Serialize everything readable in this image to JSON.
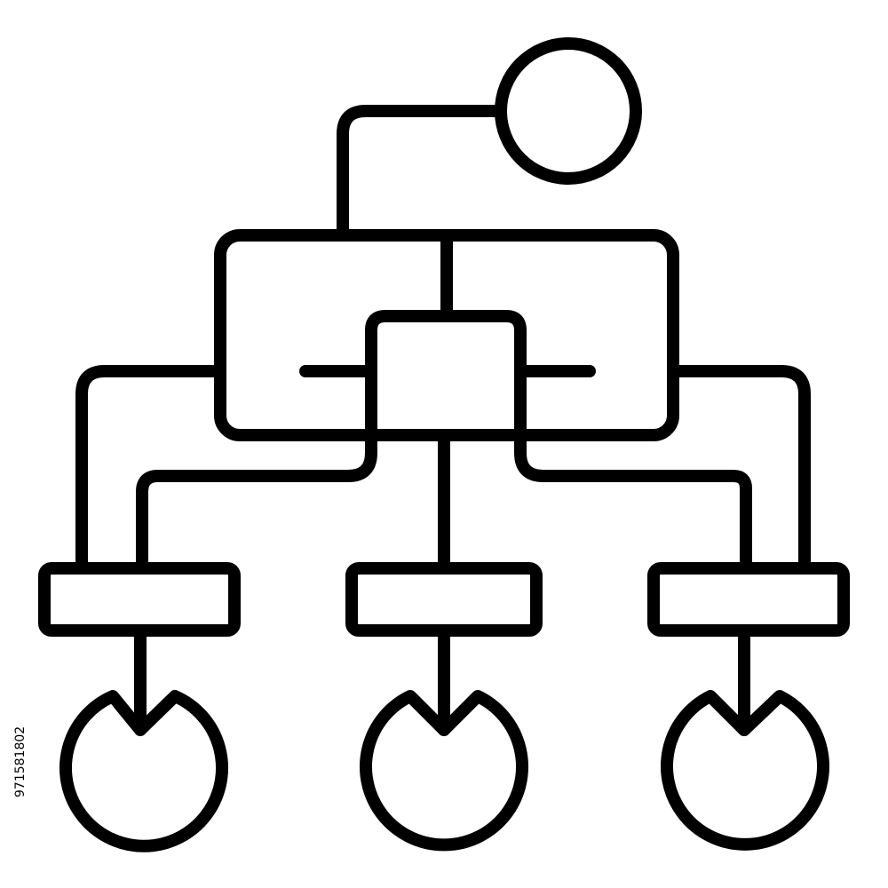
{
  "diagram": {
    "stroke_color": "#000000",
    "background_color": "#ffffff",
    "nodes": [
      {
        "id": "root",
        "shape": "circle"
      },
      {
        "id": "hub",
        "shape": "rectangle"
      },
      {
        "id": "inner",
        "shape": "rectangle"
      },
      {
        "id": "branch-left",
        "shape": "rectangle"
      },
      {
        "id": "branch-center",
        "shape": "rectangle"
      },
      {
        "id": "branch-right",
        "shape": "rectangle"
      },
      {
        "id": "leaf-left",
        "shape": "notched-circle"
      },
      {
        "id": "leaf-center",
        "shape": "notched-circle"
      },
      {
        "id": "leaf-right",
        "shape": "notched-circle"
      }
    ],
    "edges": [
      {
        "from": "root",
        "to": "hub"
      },
      {
        "from": "hub",
        "to": "inner"
      },
      {
        "from": "hub",
        "to": "branch-left"
      },
      {
        "from": "hub",
        "to": "branch-right"
      },
      {
        "from": "inner",
        "to": "branch-left"
      },
      {
        "from": "inner",
        "to": "branch-center"
      },
      {
        "from": "inner",
        "to": "branch-right"
      },
      {
        "from": "branch-left",
        "to": "leaf-left"
      },
      {
        "from": "branch-center",
        "to": "leaf-center"
      },
      {
        "from": "branch-right",
        "to": "leaf-right"
      }
    ]
  },
  "watermark": {
    "id_text": "971581802"
  }
}
